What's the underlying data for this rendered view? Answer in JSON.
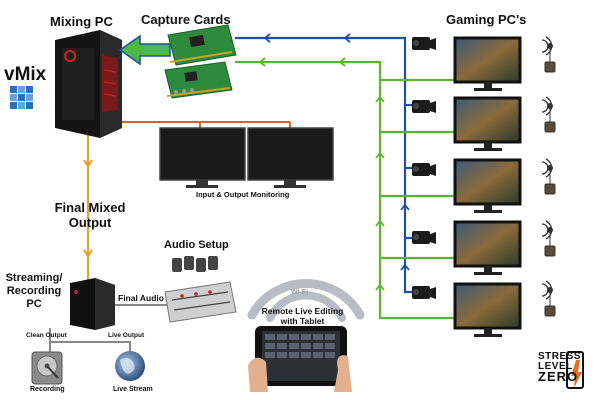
{
  "labels": {
    "mixing_pc": "Mixing PC",
    "capture_cards": "Capture Cards",
    "gaming_pcs": "Gaming PC's",
    "vmix": "vMix",
    "monitoring": "Input & Output Monitoring",
    "final_mixed_line1": "Final Mixed",
    "final_mixed_line2": "Output",
    "audio_setup": "Audio Setup",
    "streaming_line1": "Streaming/",
    "streaming_line2": "Recording",
    "streaming_line3": "PC",
    "final_audio": "Final Audio",
    "clean_output": "Clean Output",
    "live_output": "Live Output",
    "recording": "Recording",
    "live_stream": "Live Stream",
    "wifi": "Wi-Fi",
    "remote_line1": "Remote Live Editing",
    "remote_line2": "with Tablet"
  },
  "logo": {
    "line1": "STRESS",
    "line2": "LEVEL",
    "line3": "ZERO"
  },
  "colors": {
    "capture_line": "#1f4fa8",
    "game_line": "#5cb532",
    "monitor_line": "#d9622b",
    "output_line": "#e0a52a",
    "audio_line": "#888888",
    "vmix_tile": "#2f6db5",
    "pc_accent": "#c8202a",
    "card_green": "#2e8b3e"
  },
  "icons": {
    "pc": "tower-pc-icon",
    "camera": "camcorder-icon",
    "mic": "microphone-icon",
    "monitor": "monitor-icon",
    "hdd": "hard-drive-icon",
    "globe": "globe-icon",
    "tablet": "tablet-icon",
    "wifi": "wifi-icon"
  }
}
